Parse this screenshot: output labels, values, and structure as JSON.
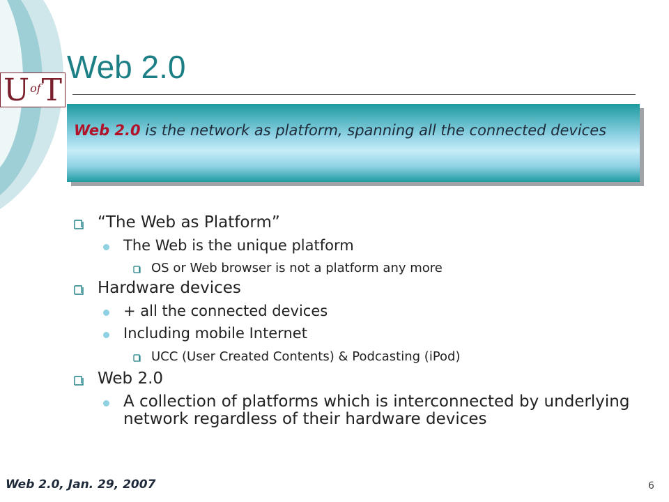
{
  "slide": {
    "title": "Web 2.0",
    "logo": {
      "letter_left": "U",
      "letter_mid": "of",
      "letter_right": "T"
    },
    "callout": {
      "lead": "Web 2.0",
      "text": " is the network as platform, spanning all the connected devices"
    },
    "bullets": [
      {
        "level": 1,
        "text": "“The Web as Platform”"
      },
      {
        "level": 2,
        "text": "The Web is the unique platform"
      },
      {
        "level": 3,
        "text": "OS or Web browser is not a platform any more"
      },
      {
        "level": 1,
        "text": "Hardware devices"
      },
      {
        "level": 2,
        "text": "+ all the connected devices"
      },
      {
        "level": 2,
        "text": "Including mobile Internet"
      },
      {
        "level": 3,
        "text": "UCC (User Created Contents) & Podcasting (iPod)"
      },
      {
        "level": 1,
        "text": "Web 2.0"
      },
      {
        "level": 2,
        "text": "A collection of platforms which is interconnected by underlying network regardless of their hardware devices"
      }
    ],
    "footer": {
      "left": "Web 2.0, Jan. 29, 2007",
      "page_number": "6"
    }
  },
  "colors": {
    "title": "#1c7f86",
    "accent_red": "#b1132a",
    "bullet_teal": "#8fd0e2"
  },
  "icons": {
    "level1_bullet": "open-square-arrow-icon",
    "level2_bullet": "dot-icon",
    "level3_bullet": "open-square-arrow-icon"
  }
}
